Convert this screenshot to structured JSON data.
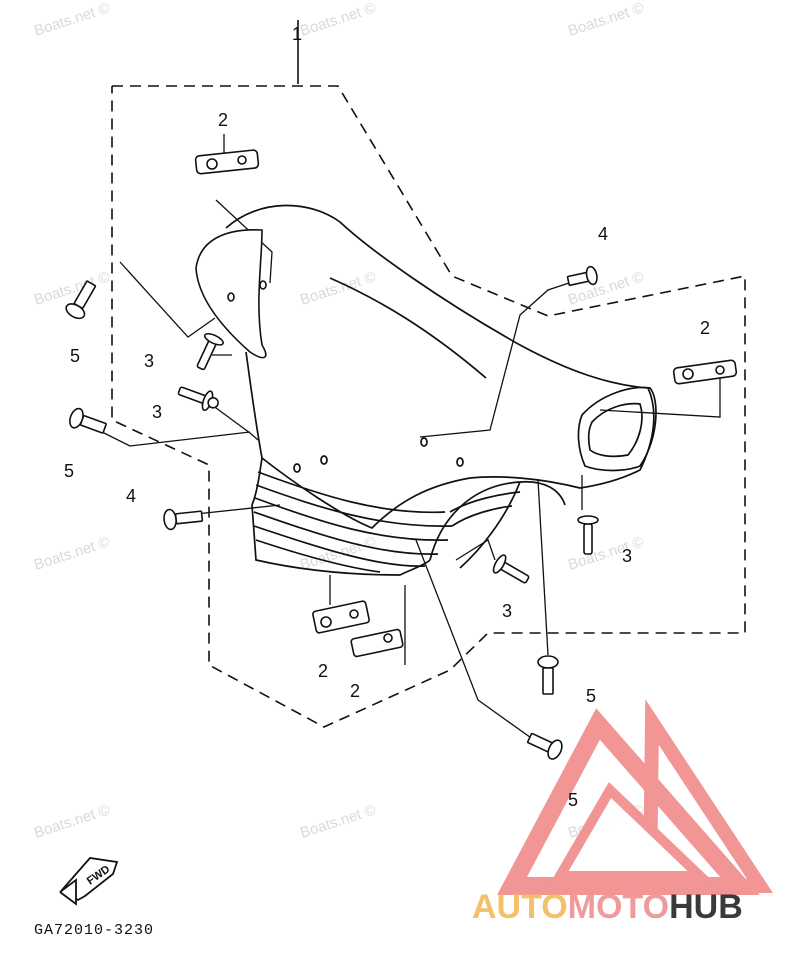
{
  "diagram": {
    "part_code": "GA72010-3230",
    "watermark_text": "Boats.net ©",
    "fwd_label": "FWD",
    "callouts": {
      "c1": "1",
      "c2a": "2",
      "c2b": "2",
      "c2c": "2",
      "c2d": "2",
      "c3a": "3",
      "c3b": "3",
      "c3c": "3",
      "c3d": "3",
      "c4a": "4",
      "c4b": "4",
      "c5a": "5",
      "c5b": "5",
      "c5c": "5",
      "c5d": "5"
    }
  },
  "brand": {
    "part1": "AUTO",
    "part2": "MOTO",
    "part3": "HUB",
    "colors": {
      "yellow": "#f4c06a",
      "pink": "#f09b9b",
      "dark": "#3a3a3a",
      "triangle": "#f08a8a"
    }
  }
}
